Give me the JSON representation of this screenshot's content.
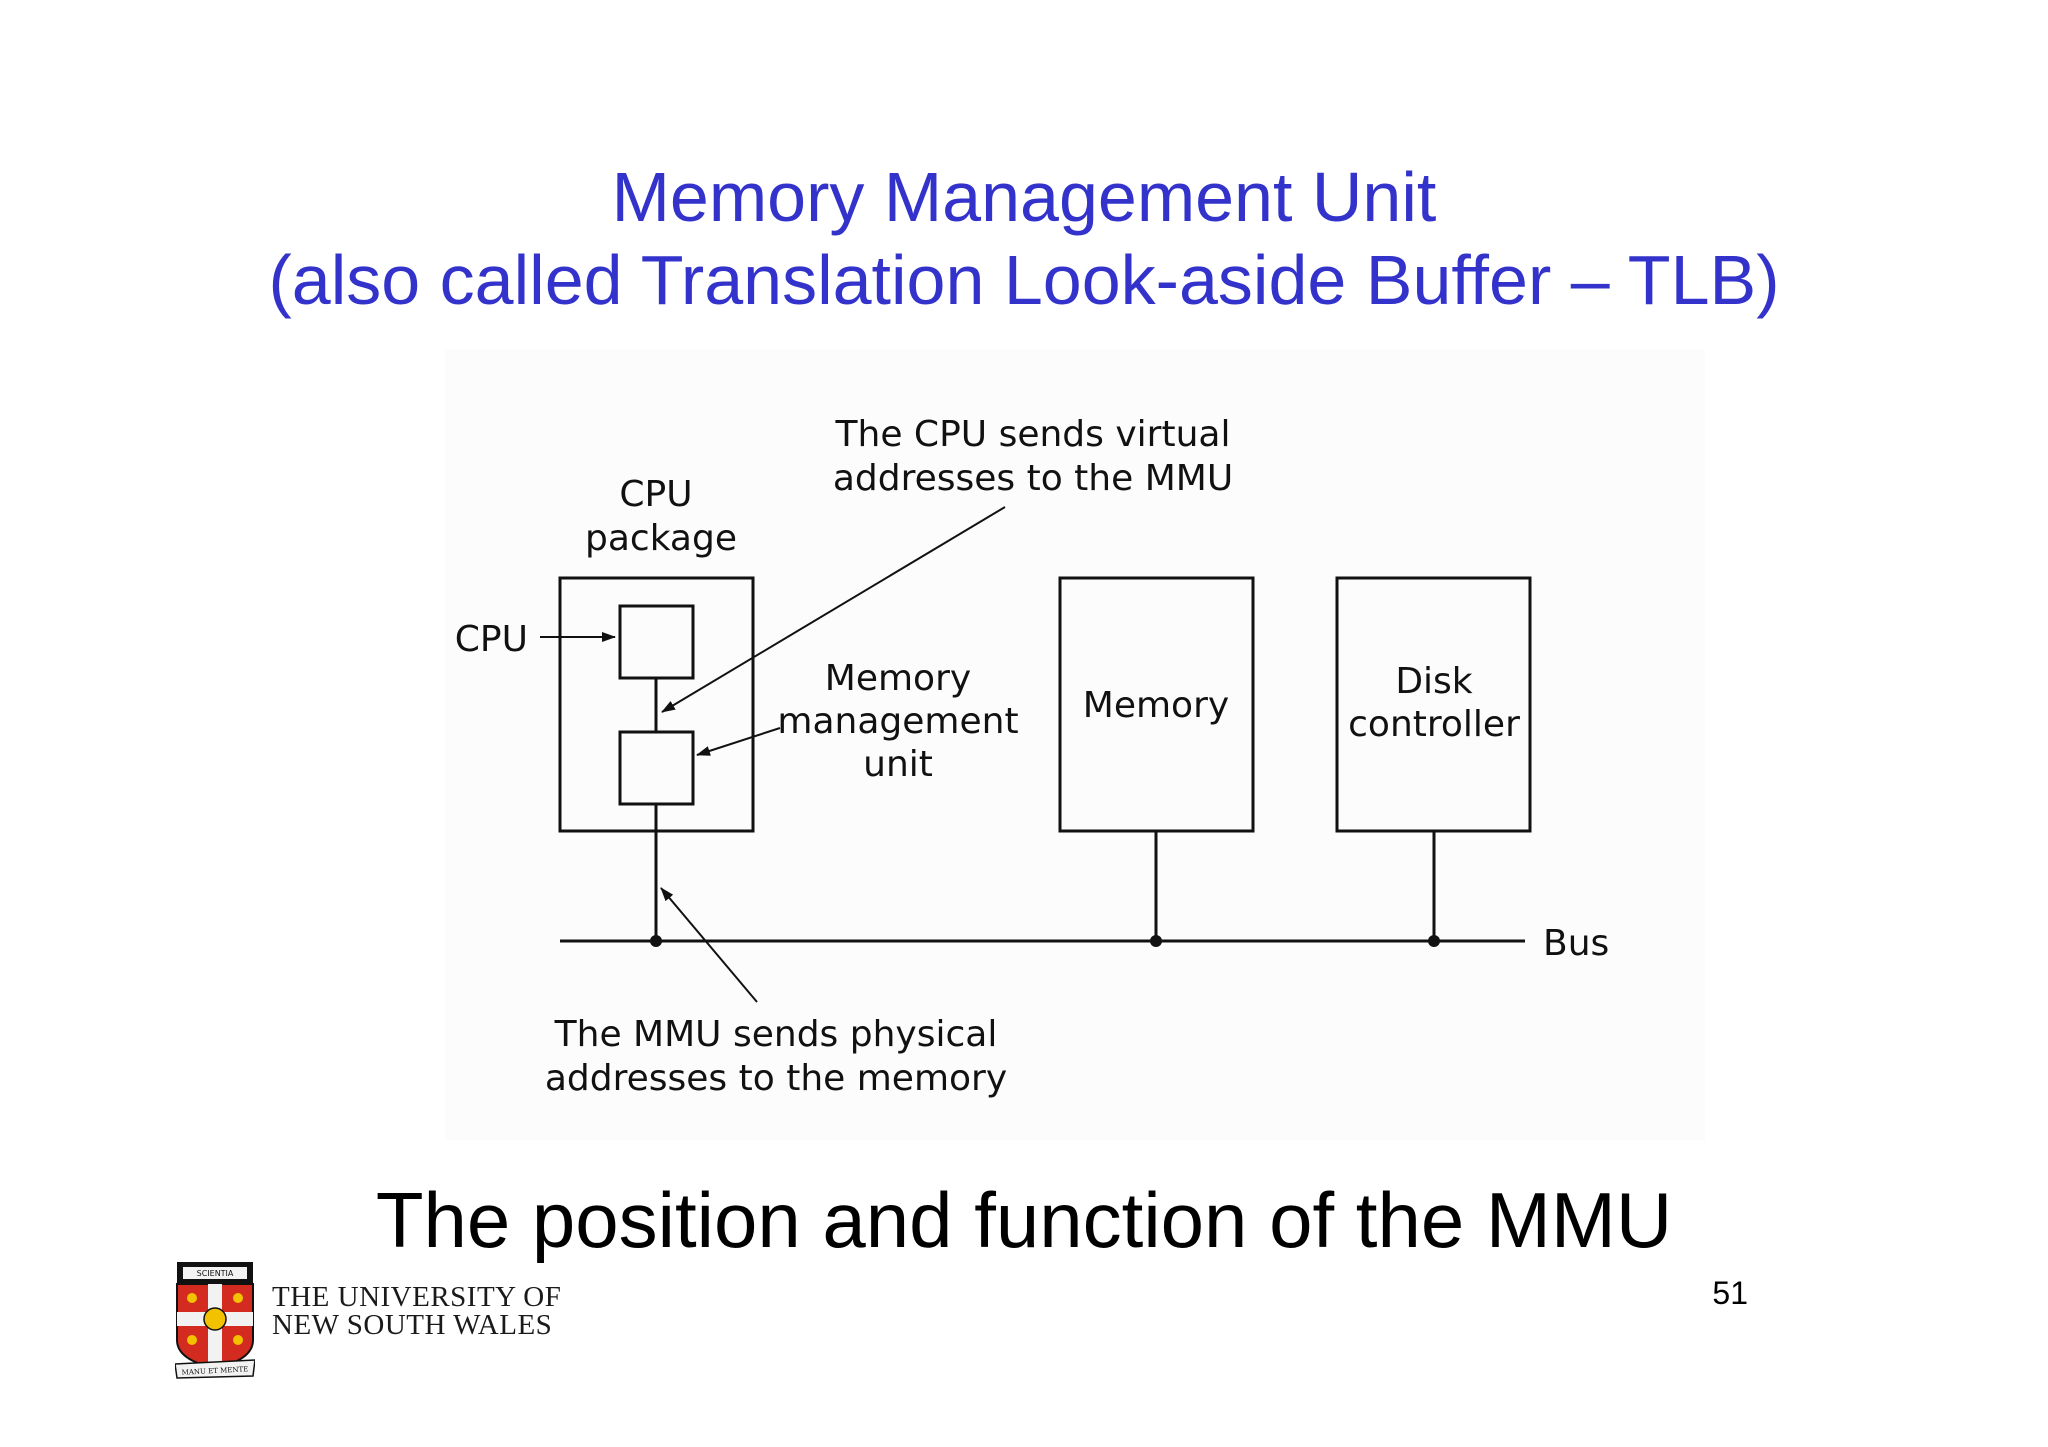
{
  "slide": {
    "title_line1": "Memory Management Unit",
    "title_line2": "(also called Translation Look-aside Buffer – TLB)",
    "caption": "The position and function of the MMU",
    "page_number": "51"
  },
  "diagram": {
    "cpu_package_label_line1": "CPU",
    "cpu_package_label_line2": "package",
    "cpu_label": "CPU",
    "virtual_note_line1": "The CPU sends virtual",
    "virtual_note_line2": "addresses to the MMU",
    "mmu_label_line1": "Memory",
    "mmu_label_line2": "management",
    "mmu_label_line3": "unit",
    "memory_label": "Memory",
    "disk_label_line1": "Disk",
    "disk_label_line2": "controller",
    "bus_label": "Bus",
    "physical_note_line1": "The MMU sends physical",
    "physical_note_line2": "addresses to the memory"
  },
  "logo": {
    "line1": "THE UNIVERSITY OF",
    "line2": "NEW SOUTH WALES",
    "crest_scroll_top": "SCIENTIA",
    "crest_motto": "MANU ET MENTE",
    "crest_colors": {
      "red": "#d42b20",
      "gold": "#f2c200",
      "black": "#111111"
    }
  },
  "colors": {
    "title": "#3333cc",
    "text": "#000000"
  }
}
